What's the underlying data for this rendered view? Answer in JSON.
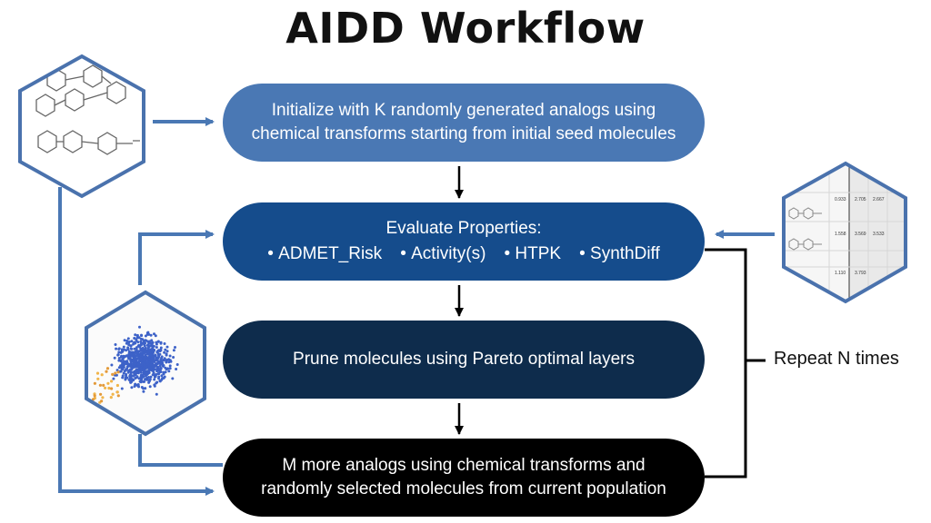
{
  "title": "AIDD Workflow",
  "steps": {
    "init": [
      "Initialize with K randomly generated analogs using",
      "chemical transforms starting from initial seed molecules"
    ],
    "evaluate": {
      "heading": "Evaluate Properties:",
      "properties": [
        "ADMET_Risk",
        "Activity(s)",
        "HTPK",
        "SynthDiff"
      ]
    },
    "prune": "Prune molecules using Pareto optimal layers",
    "more": [
      "M more analogs using chemical transforms and",
      "randomly selected molecules from current population"
    ]
  },
  "loop_label": "Repeat N times",
  "table_values": [
    "0.933",
    "2.705",
    "2.667",
    "1.558",
    "3.569",
    "3.533",
    "1.110",
    "3.793"
  ],
  "colors": {
    "step1": "#4a78b4",
    "step2": "#154c8c",
    "step3": "#0e2c4c",
    "step4": "#000000",
    "hex_border": "#4a72ad",
    "connector": "#4a78b4"
  }
}
